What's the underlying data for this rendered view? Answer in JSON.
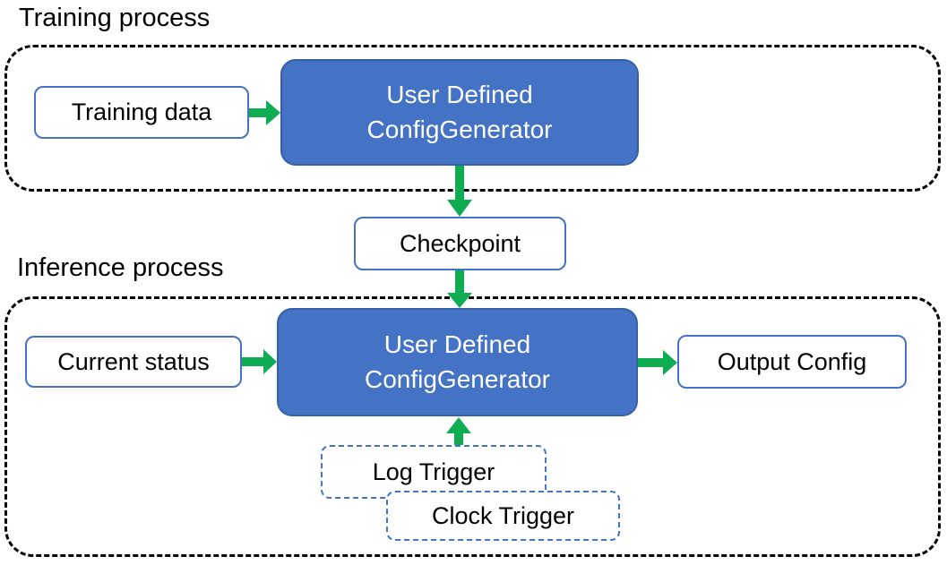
{
  "titles": {
    "training": "Training process",
    "inference": "Inference process"
  },
  "nodes": {
    "training_data": {
      "label": "Training data"
    },
    "generator_training": {
      "line1": "User Defined",
      "line2": "ConfigGenerator"
    },
    "checkpoint": {
      "label": "Checkpoint"
    },
    "current_status": {
      "label": "Current status"
    },
    "generator_inference": {
      "line1": "User Defined",
      "line2": "ConfigGenerator"
    },
    "output_config": {
      "label": "Output Config"
    },
    "log_trigger": {
      "label": "Log Trigger"
    },
    "clock_trigger": {
      "label": "Clock Trigger"
    }
  },
  "edges": [
    {
      "from": "training_data",
      "to": "generator_training",
      "direction": "right"
    },
    {
      "from": "generator_training",
      "to": "checkpoint",
      "direction": "down"
    },
    {
      "from": "checkpoint",
      "to": "generator_inference",
      "direction": "down"
    },
    {
      "from": "current_status",
      "to": "generator_inference",
      "direction": "right"
    },
    {
      "from": "generator_inference",
      "to": "output_config",
      "direction": "right"
    },
    {
      "from": "log_trigger",
      "to": "generator_inference",
      "direction": "up"
    }
  ],
  "colors": {
    "node_fill": "#4472C4",
    "node_border": "#3560A6",
    "outline_border": "#4472C4",
    "arrow": "#0FAD52",
    "region_border": "#000000",
    "text": "#000000",
    "text_on_blue": "#FFFFFF",
    "background": "#FFFFFF"
  }
}
